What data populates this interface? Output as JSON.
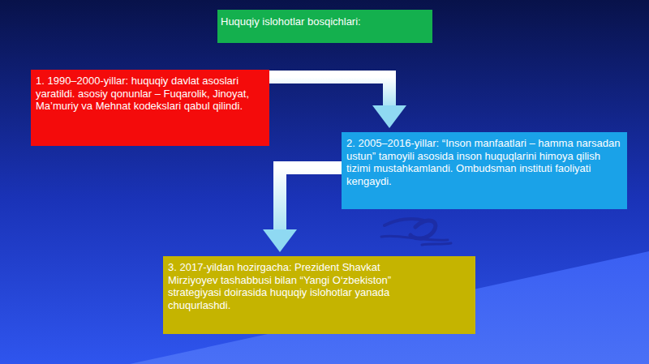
{
  "diagram": {
    "title": "Huquqiy islohotlar bosqichlari:",
    "nodes": [
      {
        "text": [
          "1. 1990–2000-yillar: huquqiy davlat asoslari yaratildi. asosiy qonunlar – Fuqarolik, Jinoyat, Ma’muriy va Mehnat kodekslari qabul qilindi."
        ]
      },
      {
        "text": [
          "2. 2005–2016-yillar: “Inson manfaatlari – hamma narsadan ustun” tamoyili asosida inson huquqlarini himoya qilish tizimi mustahkamlandi. Ombudsman instituti faoliyati kengaydi."
        ]
      },
      {
        "text": [
          "3. 2017-yildan hozirgacha: Prezident Shavkat Mirziyoyev tashabbusi bilan “Yangi O‘zbekiston” strategiyasi doirasida huquqiy islohotlar yanada chuqurlashdi."
        ]
      }
    ],
    "edges": [
      {
        "from": 0,
        "to": 1,
        "arrow": "to"
      },
      {
        "from": 1,
        "to": 2,
        "arrow": "to"
      }
    ]
  }
}
